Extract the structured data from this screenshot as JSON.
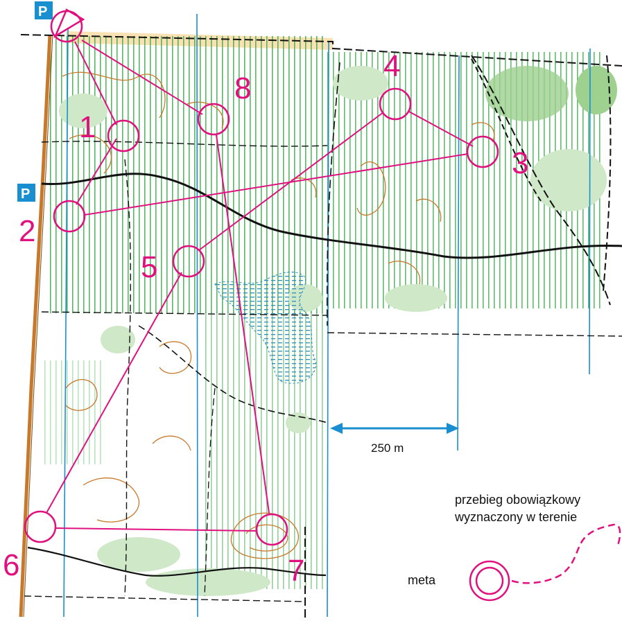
{
  "colors": {
    "course": "#e0107f",
    "magnetic": "#1a8fd0",
    "vegetation_stripe": "#3aa84a",
    "vegetation_light": "#cfe8c8",
    "vegetation_dark": "#9ed08f",
    "contour": "#c8782a",
    "track": "#111111",
    "marsh": "#2a8fc0",
    "parking": "#1a8fd0",
    "open_land": "#f7d9a0"
  },
  "parking": {
    "label": "P"
  },
  "controls": [
    {
      "number": "1"
    },
    {
      "number": "2"
    },
    {
      "number": "3"
    },
    {
      "number": "4"
    },
    {
      "number": "5"
    },
    {
      "number": "6"
    },
    {
      "number": "7"
    },
    {
      "number": "8"
    }
  ],
  "scale": {
    "label": "250 m"
  },
  "legend": {
    "marked_route_line1": "przebieg obowiązkowy",
    "marked_route_line2": "wyznaczony w terenie",
    "finish_label": "meta"
  },
  "icons": [
    "start-triangle-icon",
    "finish-circle-icon",
    "parking-icon",
    "scale-arrow-icon"
  ]
}
